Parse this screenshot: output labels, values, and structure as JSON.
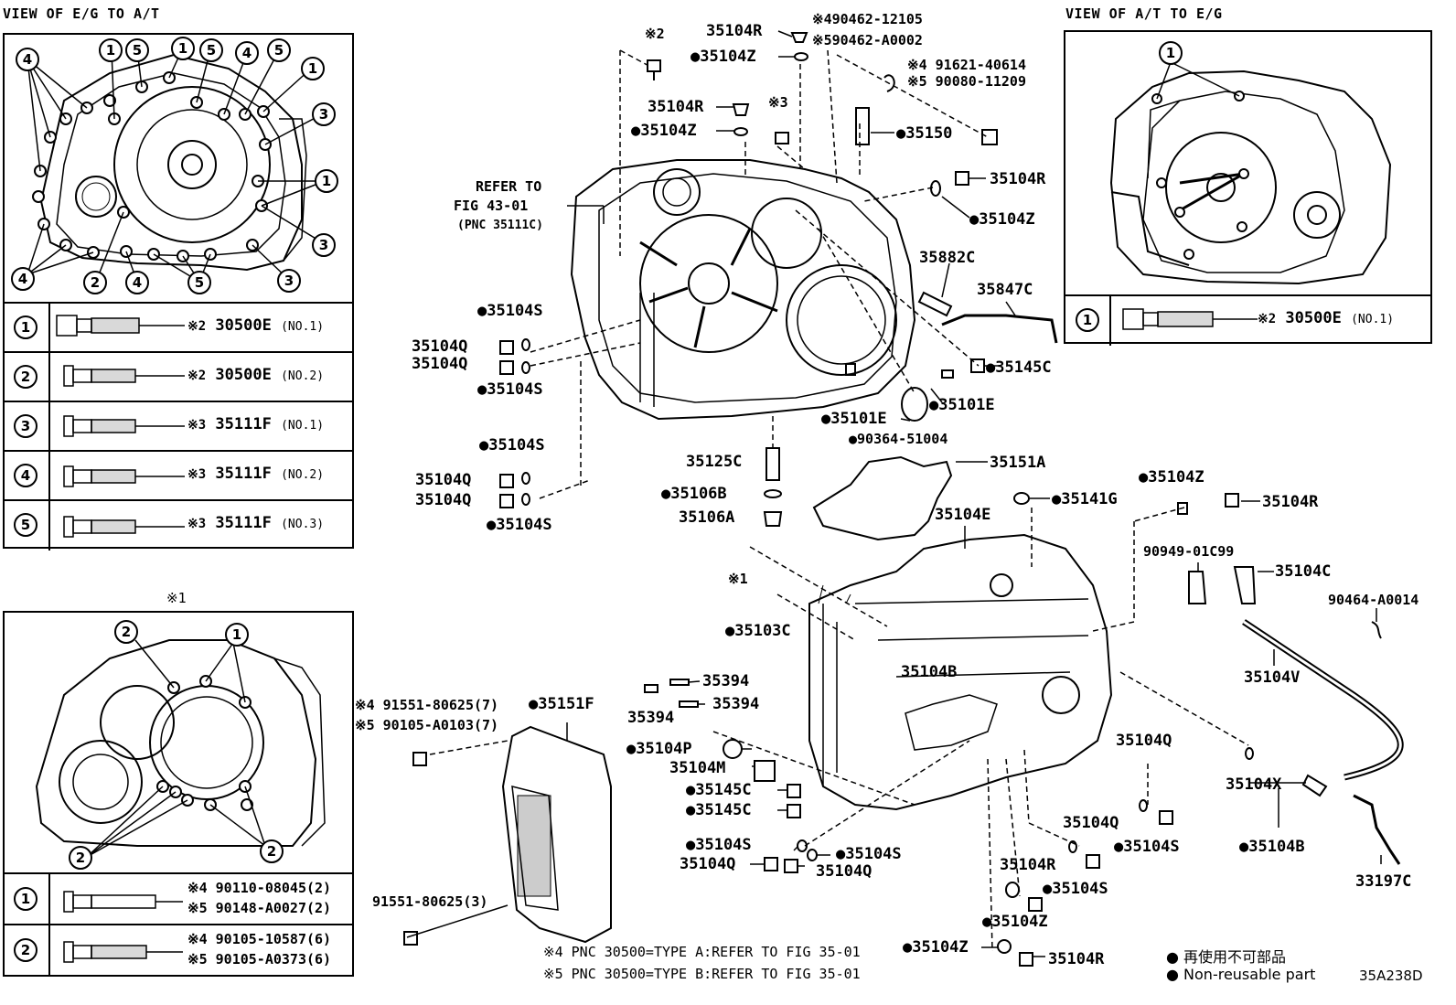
{
  "views": {
    "eg_to_at": "VIEW OF E/G TO A/T",
    "at_to_eg": "VIEW OF A/T TO E/G",
    "ref1": "※1"
  },
  "legend_left": [
    {
      "num": "1",
      "mark": "※2",
      "part": "30500E",
      "sub": "(NO.1)"
    },
    {
      "num": "2",
      "mark": "※2",
      "part": "30500E",
      "sub": "(NO.2)"
    },
    {
      "num": "3",
      "mark": "※3",
      "part": "35111F",
      "sub": "(NO.1)"
    },
    {
      "num": "4",
      "mark": "※3",
      "part": "35111F",
      "sub": "(NO.2)"
    },
    {
      "num": "5",
      "mark": "※3",
      "part": "35111F",
      "sub": "(NO.3)"
    }
  ],
  "legend_right": {
    "num": "1",
    "mark": "※2",
    "part": "30500E",
    "sub": "(NO.1)"
  },
  "legend_bottom": [
    {
      "num": "1",
      "line1": "※4 90110-08045(2)",
      "line2": "※5 90148-A0027(2)"
    },
    {
      "num": "2",
      "line1": "※4 90105-10587(6)",
      "line2": "※5 90105-A0373(6)"
    }
  ],
  "callouts_eg": [
    "4",
    "1",
    "5",
    "1",
    "5",
    "4",
    "5",
    "1",
    "3",
    "1",
    "3",
    "3",
    "4",
    "2",
    "4",
    "5"
  ],
  "callouts_at": [
    "1"
  ],
  "callouts_ref": [
    "2",
    "1",
    "2",
    "2"
  ],
  "labels": {
    "m2_top": "※2",
    "p35104R_1": "35104R",
    "p35104Z_1": "●35104Z",
    "p490462": "※490462-12105",
    "p590462": "※590462-A0002",
    "p91621": "※4 91621-40614",
    "p90080": "※5 90080-11209",
    "p35104R_2": "35104R",
    "m3": "※3",
    "p35104Z_2": "●35104Z",
    "p35150": "●35150",
    "p35104R_3": "35104R",
    "p35104Z_3": "●35104Z",
    "refer1": "REFER TO",
    "refer2": "FIG 43-01",
    "refer3": "(PNC 35111C)",
    "p35882C": "35882C",
    "p35847C": "35847C",
    "p35104S_1": "●35104S",
    "p35104Q_1": "35104Q",
    "p35104Q_2": "35104Q",
    "p35104S_2": "●35104S",
    "p35145C_1": "●35145C",
    "p35101E_1": "●35101E",
    "p35101E_2": "●35101E",
    "p90364": "●90364-51004",
    "p35104S_3": "●35104S",
    "p35104Q_3": "35104Q",
    "p35104Q_4": "35104Q",
    "p35104S_4": "●35104S",
    "p35125C": "35125C",
    "p35106B": "●35106B",
    "p35106A": "35106A",
    "p35151A": "35151A",
    "p35104E": "35104E",
    "p35141G": "●35141G",
    "p35104Z_4": "●35104Z",
    "p35104R_4": "35104R",
    "m1": "※1",
    "p35103C": "●35103C",
    "p90949": "90949-01C99",
    "p35104C": "35104C",
    "p90464": "90464-A0014",
    "p35104V": "35104V",
    "p35394_1": "35394",
    "p35394_2": "35394",
    "p35394_3": "35394",
    "p35104B_1": "35104B",
    "p91551_4": "※4 91551-80625(7)",
    "p91551_5": "※5 90105-A0103(7)",
    "p35151F": "●35151F",
    "p35104P": "●35104P",
    "p35104M": "35104M",
    "p35145C_2": "●35145C",
    "p35145C_3": "●35145C",
    "p35104Q_5": "35104Q",
    "p35104X": "35104X",
    "p35104Q_6": "35104Q",
    "p35104S_5": "●35104S",
    "p35104B_2": "●35104B",
    "p35104S_6": "●35104S",
    "p35104S_7": "●35104S",
    "p35104Q_7": "35104Q",
    "p35104Q_8": "35104Q",
    "p35104R_5": "35104R",
    "p35104S_8": "●35104S",
    "p33197C": "33197C",
    "p91551_3": "91551-80625(3)",
    "p35104Z_5": "●35104Z",
    "p35104Z_6": "●35104Z",
    "p35104R_6": "35104R"
  },
  "notes": {
    "n4": "※4 PNC 30500=TYPE A:REFER TO FIG 35-01",
    "n5": "※5 PNC 30500=TYPE B:REFER TO FIG 35-01",
    "key_jp": "● 再使用不可部品",
    "key_en": "● Non-reusable part",
    "code": "35A238D"
  }
}
